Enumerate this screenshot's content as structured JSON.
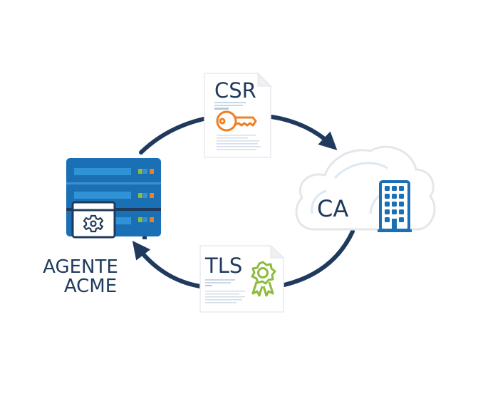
{
  "diagram": {
    "title": "ACME certificate issuance cycle",
    "nodes": {
      "agent": {
        "label_line1": "AGENTE",
        "label_line2": "ACME",
        "icon": "server-with-gear-icon"
      },
      "ca": {
        "label": "CA",
        "icon": "cloud-with-building-icon"
      },
      "csr": {
        "label": "CSR",
        "icon": "key-icon"
      },
      "tls": {
        "label": "TLS",
        "icon": "certificate-badge-icon"
      }
    },
    "edges": [
      {
        "from": "agent",
        "to": "ca",
        "via": "csr"
      },
      {
        "from": "ca",
        "to": "agent",
        "via": "tls"
      }
    ],
    "colors": {
      "arrow": "#1f3a5c",
      "text": "#1f3a5c",
      "server": "#1a6fb5",
      "server_slot": "#2f93d6",
      "key": "#f07f21",
      "badge": "#8dbb3a",
      "building": "#1a6fb5",
      "cloud_outline": "#e4e6ea",
      "cloud_inner": "#dbe8f5",
      "led_green": "#8dbb3a",
      "led_blue": "#2f93d6",
      "led_orange": "#f07f21"
    }
  }
}
